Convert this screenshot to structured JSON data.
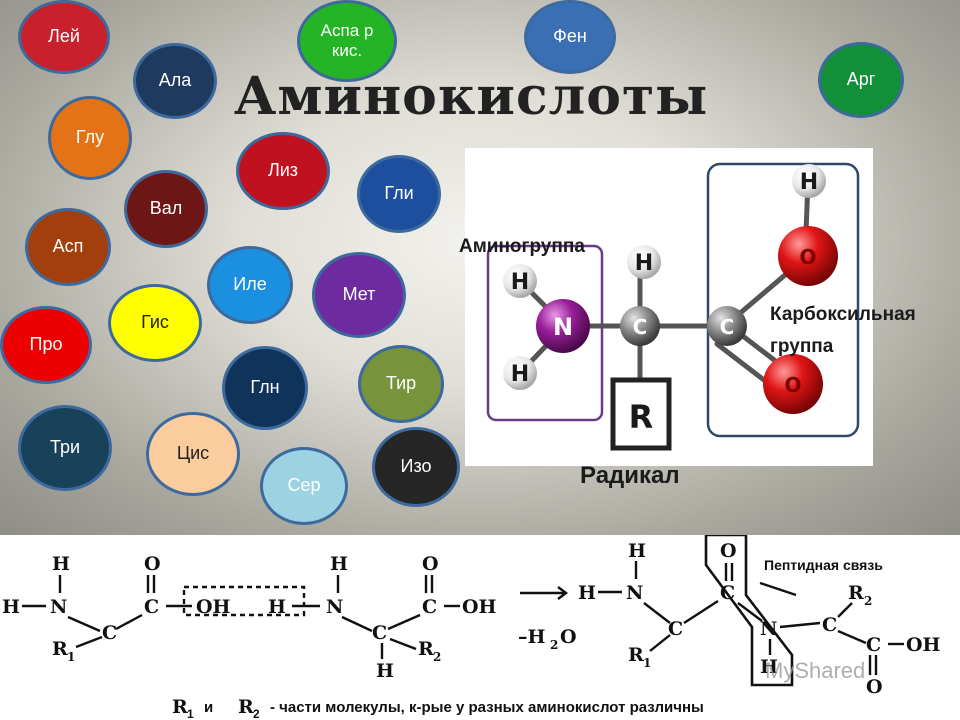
{
  "title": "Аминокислоты",
  "circles": [
    {
      "label": "Лей",
      "color": "#c8202c"
    },
    {
      "label": "Ала",
      "color": "#1f3a5e"
    },
    {
      "label": "Аспа р кис.",
      "color": "#25b425"
    },
    {
      "label": "Фен",
      "color": "#3a6fb5"
    },
    {
      "label": "Арг",
      "color": "#129038"
    },
    {
      "label": "Глу",
      "color": "#e47217"
    },
    {
      "label": "Лиз",
      "color": "#c0111f"
    },
    {
      "label": "Гли",
      "color": "#1e4f9e"
    },
    {
      "label": "Вал",
      "color": "#6e1515"
    },
    {
      "label": "Асп",
      "color": "#a23f0c"
    },
    {
      "label": "Иле",
      "color": "#1b8fe0"
    },
    {
      "label": "Мет",
      "color": "#6e2ba0"
    },
    {
      "label": "Гис",
      "color": "#ffff00",
      "text": "#222222"
    },
    {
      "label": "Про",
      "color": "#ee0000"
    },
    {
      "label": "Глн",
      "color": "#10335c"
    },
    {
      "label": "Тир",
      "color": "#77933c"
    },
    {
      "label": "Три",
      "color": "#18425a"
    },
    {
      "label": "Цис",
      "color": "#fbcd9e",
      "text": "#222222"
    },
    {
      "label": "Изо",
      "color": "#262626"
    },
    {
      "label": "Сер",
      "color": "#9bd3e2"
    }
  ],
  "molecule": {
    "amino_group": "Аминогруппа",
    "carboxyl_group_line1": "Карбоксильная",
    "carboxyl_group_line2": "группа",
    "radical": "Радикал",
    "atoms": {
      "H": "H",
      "N": "N",
      "C": "C",
      "O": "O",
      "R": "R"
    }
  },
  "reaction": {
    "h": "H",
    "n": "N",
    "c": "C",
    "o": "O",
    "r1": "R",
    "r2": "R",
    "sub1": "1",
    "sub2": "2",
    "oh": "OH",
    "minus_h2o": "–H",
    "h2o_sub": "2",
    "h2o_o": "O",
    "peptide_bond": "Пептидная связь",
    "footer_r1": "R",
    "footer_and": "и",
    "footer_r2": "R",
    "footer_text": "-  части молекулы, к-рые у разных аминокислот различны"
  },
  "watermark": "MyShared"
}
